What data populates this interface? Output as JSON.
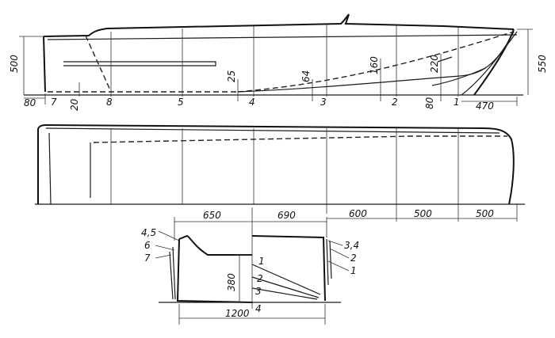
{
  "side_view": {
    "dimensions": {
      "height_aft": "500",
      "height_bow": "550",
      "offset_aft": "80",
      "offset_bottom_20": "20",
      "rise_25": "25",
      "rise_64": "64",
      "rise_160": "160",
      "rise_220": "220",
      "offset_80": "80",
      "bow_470": "470"
    },
    "stations": [
      "7",
      "8",
      "5",
      "4",
      "3",
      "2",
      "1"
    ]
  },
  "plan_view": {
    "spacings": [
      "600",
      "500",
      "500"
    ]
  },
  "section_view": {
    "widths": {
      "left_half": "650",
      "right_half": "690",
      "overall": "1200"
    },
    "height": "380",
    "labels_left": [
      "4,5",
      "6",
      "7"
    ],
    "labels_right": [
      "3,4",
      "2",
      "1"
    ],
    "inner_labels": [
      "1",
      "2",
      "3",
      "4"
    ]
  }
}
